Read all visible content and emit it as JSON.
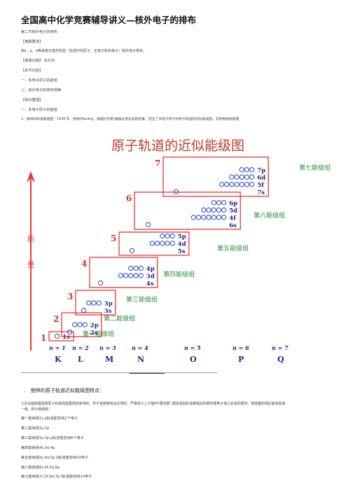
{
  "title": "全国高中化学竞赛辅导讲义—核外电子的排布",
  "intro": [
    "第二节核外电子的排布",
    "【竞赛要求】",
    "用s、p、d等来表示基态构型（包括中性原子、正离子和负离子）核外电子排布。",
    "【授课日期】 年月日",
    "【本节内容】",
    "一、多电子原子的能级",
    "二、核外电子的排布规律",
    "【知识整理】",
    "一、多电子原子的能级",
    "1、鲍林的轨道能级图：1939 年，鲍林(Pauling，美国化学家)根据光谱实验的结果，提出了多电子原子中原子轨道的近似能级图，又称鲍林能级图"
  ],
  "diagram": {
    "heading": "原子轨道的近似能级图",
    "axis_label": [
      "能",
      "量"
    ],
    "groups": [
      {
        "n": "1",
        "orbitals": [
          "1s"
        ],
        "label": "第一能级组"
      },
      {
        "n": "2",
        "orbitals": [
          "2p",
          "2s"
        ],
        "label": "第二能级组"
      },
      {
        "n": "3",
        "orbitals": [
          "3p",
          "3s"
        ],
        "label": "第三能级组"
      },
      {
        "n": "4",
        "orbitals": [
          "4p",
          "3d",
          "4s"
        ],
        "label": "第四能级组"
      },
      {
        "n": "5",
        "orbitals": [
          "5p",
          "4d",
          "5s"
        ],
        "label": "第五能级组"
      },
      {
        "n": "6",
        "orbitals": [
          "6p",
          "5d",
          "4f",
          "6s"
        ],
        "label": "第六能级组"
      },
      {
        "n": "7",
        "orbitals": [
          "7p",
          "6d",
          "5f",
          "7s"
        ],
        "label": "第七能级组"
      }
    ],
    "shells_n": [
      "n = 1",
      "n = 2",
      "n = 3",
      "n = 4",
      "n = 5",
      "n = 6",
      "n = 7"
    ],
    "shells_letter": [
      "K",
      "L",
      "M",
      "N",
      "O",
      "P",
      "Q"
    ],
    "colors": {
      "heading": "#c0392b",
      "number": "#c0392b",
      "box": "#e53935",
      "circle": "#1e40c8",
      "label": "#2e8b3a",
      "shell": "#1a237e",
      "axis": "#e53935"
    }
  },
  "section_heading": "鲍林的原子轨道近似能级图特点：",
  "body": [
    "①近似能级图是按原子轨道的能量高低来排的，并不是按离核远近排的，严格意义上只能叫\"顺序图\",顺序是指轨道被填充的顺序或电子填入轨道的顺序。把能量的相近能级划成",
    "一组，称为能级组：",
    "第一能级组1s,s轨道能容纳2个电子",
    "第二能级组2s,2p",
    "第三能级组3s,3p p轨道能容纳6个电子",
    "第四能级组4s,3d,4p",
    "第五能级组5s,4d,5p d轨道能容纳10电子",
    "第六能级组6s,4f,5d,6p",
    "第七能级组7s,5f,6d,7p f轨道能容纳14电子"
  ]
}
